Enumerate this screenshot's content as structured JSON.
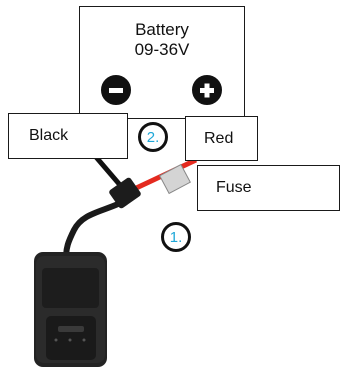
{
  "battery": {
    "title": "Battery",
    "voltage": "09-36V"
  },
  "labels": {
    "black": "Black",
    "red": "Red",
    "fuse": "Fuse"
  },
  "steps": {
    "one": "1.",
    "two": "2."
  },
  "colors": {
    "red_wire": "#e42a1f",
    "black_wire": "#111111",
    "step_text": "#1ea7d8"
  },
  "icons": {
    "negative": "minus-icon",
    "positive": "plus-icon"
  }
}
